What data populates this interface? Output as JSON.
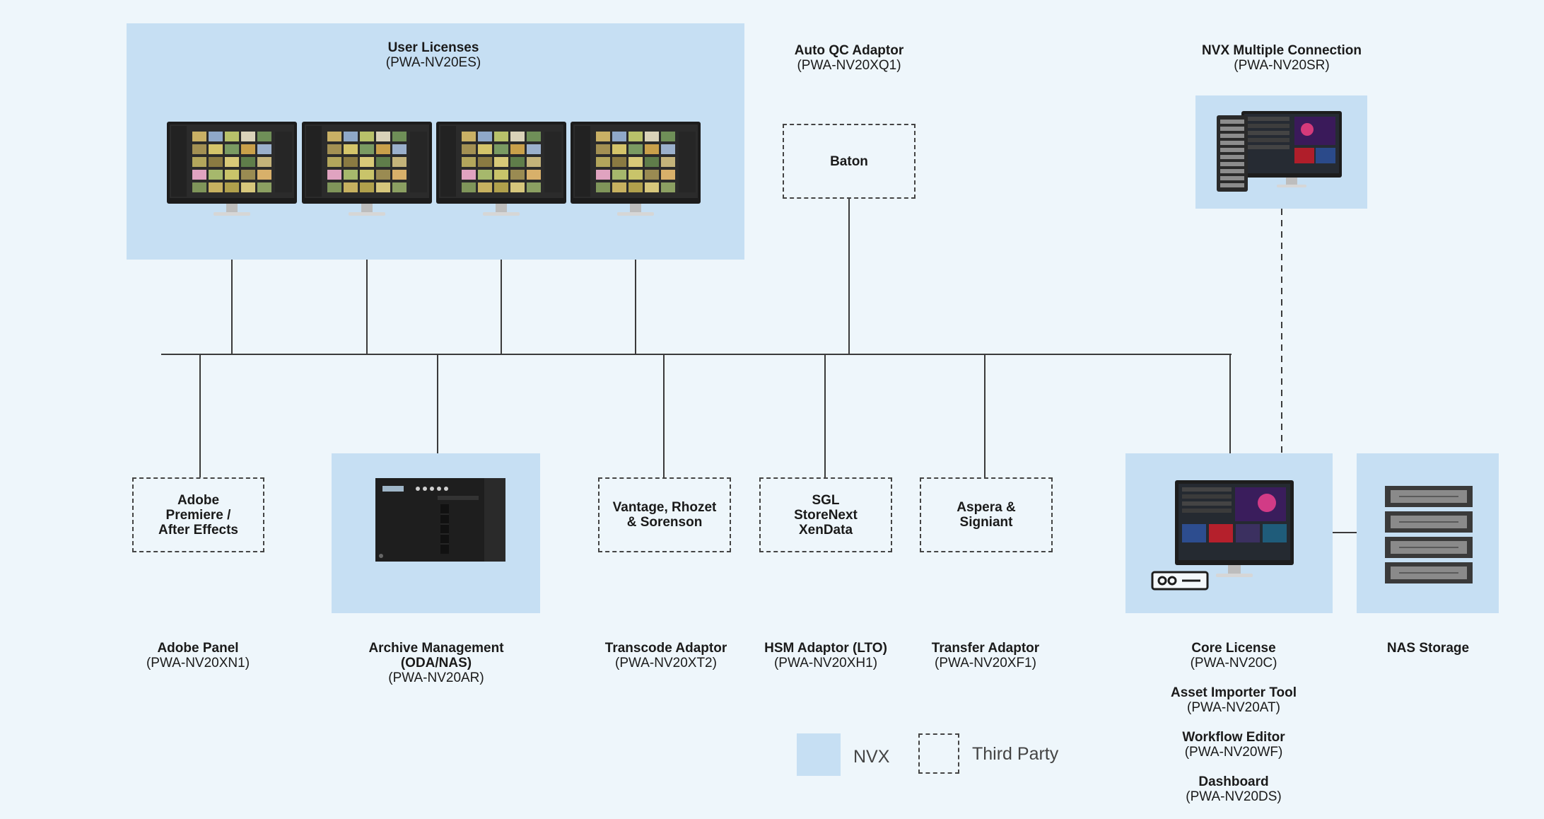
{
  "nodes": {
    "user_licenses": {
      "title": "User Licenses",
      "code": "(PWA-NV20ES)"
    },
    "auto_qc": {
      "title": "Auto QC Adaptor",
      "code": "(PWA-NV20XQ1)"
    },
    "baton": {
      "label": "Baton"
    },
    "nvx_multi": {
      "title": "NVX Multiple Connection",
      "code": "(PWA-NV20SR)"
    },
    "adobe_box": {
      "line1": "Adobe",
      "line2": "Premiere /",
      "line3": "After Effects"
    },
    "adobe_panel": {
      "title": "Adobe Panel",
      "code": "(PWA-NV20XN1)"
    },
    "archive": {
      "title1": "Archive Management",
      "title2": "(ODA/NAS)",
      "code": "(PWA-NV20AR)"
    },
    "vantage_box": {
      "line1": "Vantage, Rhozet",
      "line2": "& Sorenson"
    },
    "transcode": {
      "title": "Transcode Adaptor",
      "code": "(PWA-NV20XT2)"
    },
    "sgl_box": {
      "line1": "SGL",
      "line2": "StoreNext",
      "line3": "XenData"
    },
    "hsm": {
      "title": "HSM Adaptor (LTO)",
      "code": "(PWA-NV20XH1)"
    },
    "aspera_box": {
      "line1": "Aspera &",
      "line2": "Signiant"
    },
    "transfer": {
      "title": "Transfer Adaptor",
      "code": "(PWA-NV20XF1)"
    },
    "core": {
      "title": "Core License",
      "code": "(PWA-NV20C)"
    },
    "asset_importer": {
      "title": "Asset Importer Tool",
      "code": "(PWA-NV20AT)"
    },
    "workflow_editor": {
      "title": "Workflow Editor",
      "code": "(PWA-NV20WF)"
    },
    "dashboard": {
      "title": "Dashboard",
      "code": "(PWA-NV20DS)"
    },
    "nas": {
      "title": "NAS Storage"
    }
  },
  "legend": {
    "nvx": "NVX",
    "third_party": "Third Party"
  },
  "colors": {
    "background": "#eef6fb",
    "nvx_fill": "#c6dff3",
    "line": "#3a3a3a"
  },
  "icons": [
    "monitor-icon",
    "archive-server-icon",
    "rack-server-icon",
    "nas-storage-icon",
    "media-player-icon"
  ]
}
